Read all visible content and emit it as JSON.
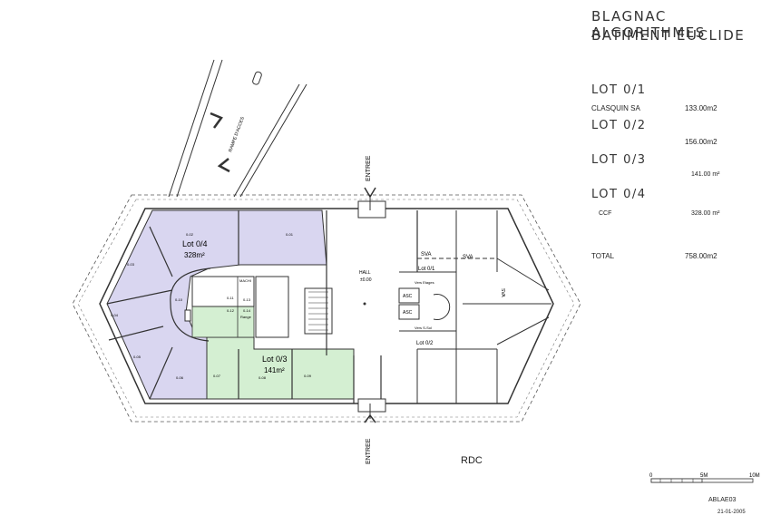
{
  "header": {
    "title_line1": "BLAGNAC ALGORITHMES",
    "title_line2": "BATIMENT EUCLIDE"
  },
  "lots": [
    {
      "label": "LOT 0/1",
      "tenant": "CLASQUIN SA",
      "area": "133.00m2"
    },
    {
      "label": "LOT 0/2",
      "tenant": "",
      "area": "156.00m2"
    },
    {
      "label": "LOT 0/3",
      "tenant": "",
      "area": "141.00 m²"
    },
    {
      "label": "LOT 0/4",
      "tenant": "CCF",
      "area": "328.00 m²"
    }
  ],
  "total": {
    "label": "TOTAL",
    "value": "758.00m2"
  },
  "plan": {
    "lot04_label": "Lot 0/4",
    "lot04_area": "328m²",
    "lot03_label": "Lot 0/3",
    "lot03_area": "141m²",
    "lot01_label": "Lot 0/1",
    "lot02_label": "Lot 0/2",
    "hall_label": "HALL",
    "hall_level": "±0.00",
    "entree_top": "ENTREE",
    "entree_bottom": "ENTREE",
    "rampe": "RAMPE D'ACCES",
    "sva1": "SVA",
    "sva2": "SVA",
    "sva3": "SVA",
    "asc1": "ASC",
    "asc2": "ASC",
    "vers_etages": "Vers Etages",
    "vers_ssol": "Vers S-Sol",
    "machi": "MACHI",
    "range": "Range",
    "rooms": {
      "r01": "0-01",
      "r02": "0-02",
      "r03": "0-03",
      "r04": "0-04",
      "r05": "0-05",
      "r06": "0-06",
      "r07": "0-07",
      "r08": "0-08",
      "r09": "0-09",
      "r10": "0-10",
      "r11": "0-11",
      "r12": "0-12",
      "r13": "0-13",
      "r14": "0-14"
    }
  },
  "footer": {
    "level": "RDC",
    "scale_0": "0",
    "scale_5": "5M",
    "scale_10": "10M",
    "code": "ABLAE03",
    "date": "21-01-2005"
  },
  "colors": {
    "lot04_fill": "#d9d6f0",
    "lot03_fill": "#d4efd2",
    "line": "#333333"
  }
}
